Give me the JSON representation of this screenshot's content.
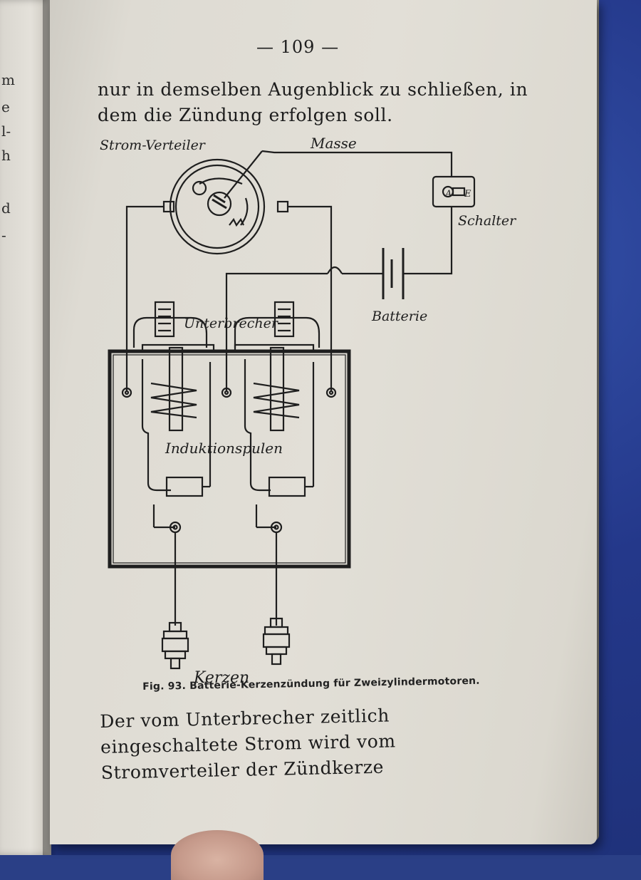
{
  "page": {
    "number": "— 109 —",
    "intro_text": "nur in demselben Augenblick zu schließen, in dem die Zündung erfolgen soll.",
    "figure_caption": "Fig. 93. Batterie-Kerzenzündung für Zweizylindermotoren.",
    "continuation_text": "Der vom Unterbrecher zeitlich eingeschaltete Strom wird vom Stromverteiler der Zündkerze"
  },
  "left_page": {
    "fragments": [
      "m",
      "e",
      "l-",
      "h",
      "d",
      "-"
    ]
  },
  "diagram": {
    "labels": {
      "distributor": "Strom-Verteiler",
      "ground": "Masse",
      "switch": "Schalter",
      "switch_terminal_a": "A",
      "switch_terminal_e": "E",
      "battery": "Batterie",
      "breaker": "Unterbrecher",
      "coils": "Induktionspulen",
      "plugs": "Kerzen"
    }
  },
  "colors": {
    "paper": "#e0ddd5",
    "ink": "#1c1c1c",
    "cloth": "#2a3f86"
  }
}
